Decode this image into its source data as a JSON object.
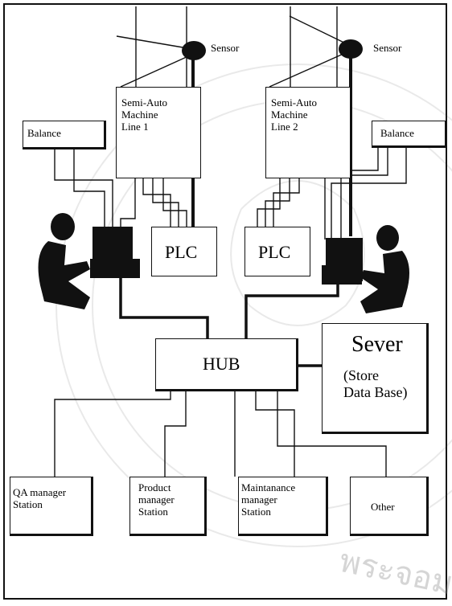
{
  "diagram": {
    "sensor_1": "Sensor",
    "sensor_2": "Sensor",
    "machine_line_1": "Semi-Auto\nMachine\nLine 1",
    "machine_line_2": "Semi-Auto\nMachine\nLine 2",
    "balance_left": "Balance",
    "balance_right": "Balance",
    "plc_left": "PLC",
    "plc_right": "PLC",
    "hub": "HUB",
    "server_title": "Sever",
    "server_subtitle": "(Store\nData Base)",
    "stations": [
      "QA manager\nStation",
      "Product\nmanager\nStation",
      "Maintanance\nmanager\nStation",
      "Other"
    ],
    "watermark_text": "พระจอม"
  }
}
